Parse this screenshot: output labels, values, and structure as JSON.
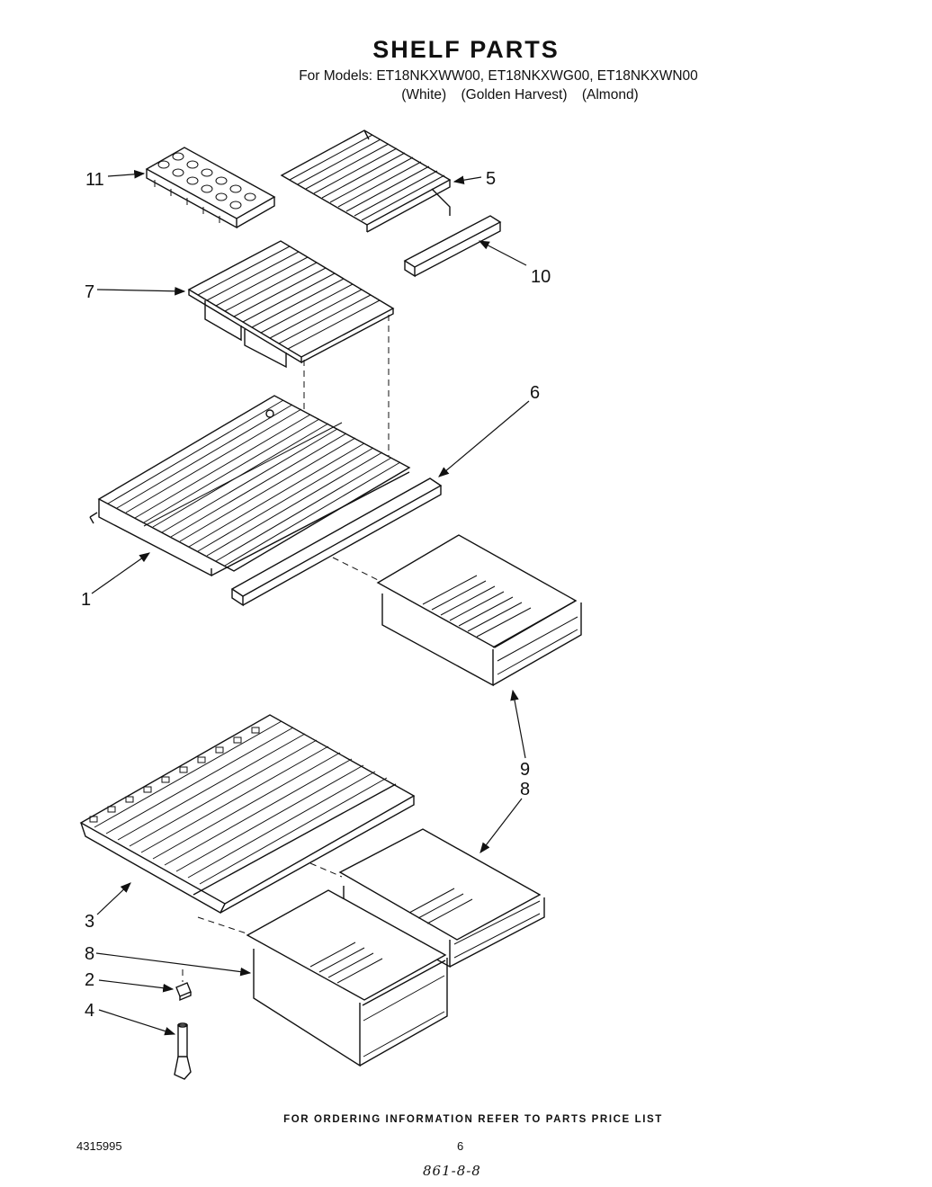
{
  "header": {
    "title": "SHELF PARTS",
    "models_line": "For Models: ET18NKXWW00, ET18NKXWG00, ET18NKXWN00",
    "colors": [
      "(White)",
      "(Golden Harvest)",
      "(Almond)"
    ]
  },
  "callouts": [
    "11",
    "5",
    "10",
    "7",
    "6",
    "1",
    "9",
    "8",
    "3",
    "8",
    "2",
    "4"
  ],
  "footer": {
    "ordering_info": "FOR ORDERING INFORMATION REFER TO PARTS PRICE LIST",
    "doc_number": "4315995",
    "page_number": "6",
    "handwritten_note": "861-8-8"
  },
  "colors": {
    "ink": "#111111",
    "paper": "#ffffff"
  }
}
